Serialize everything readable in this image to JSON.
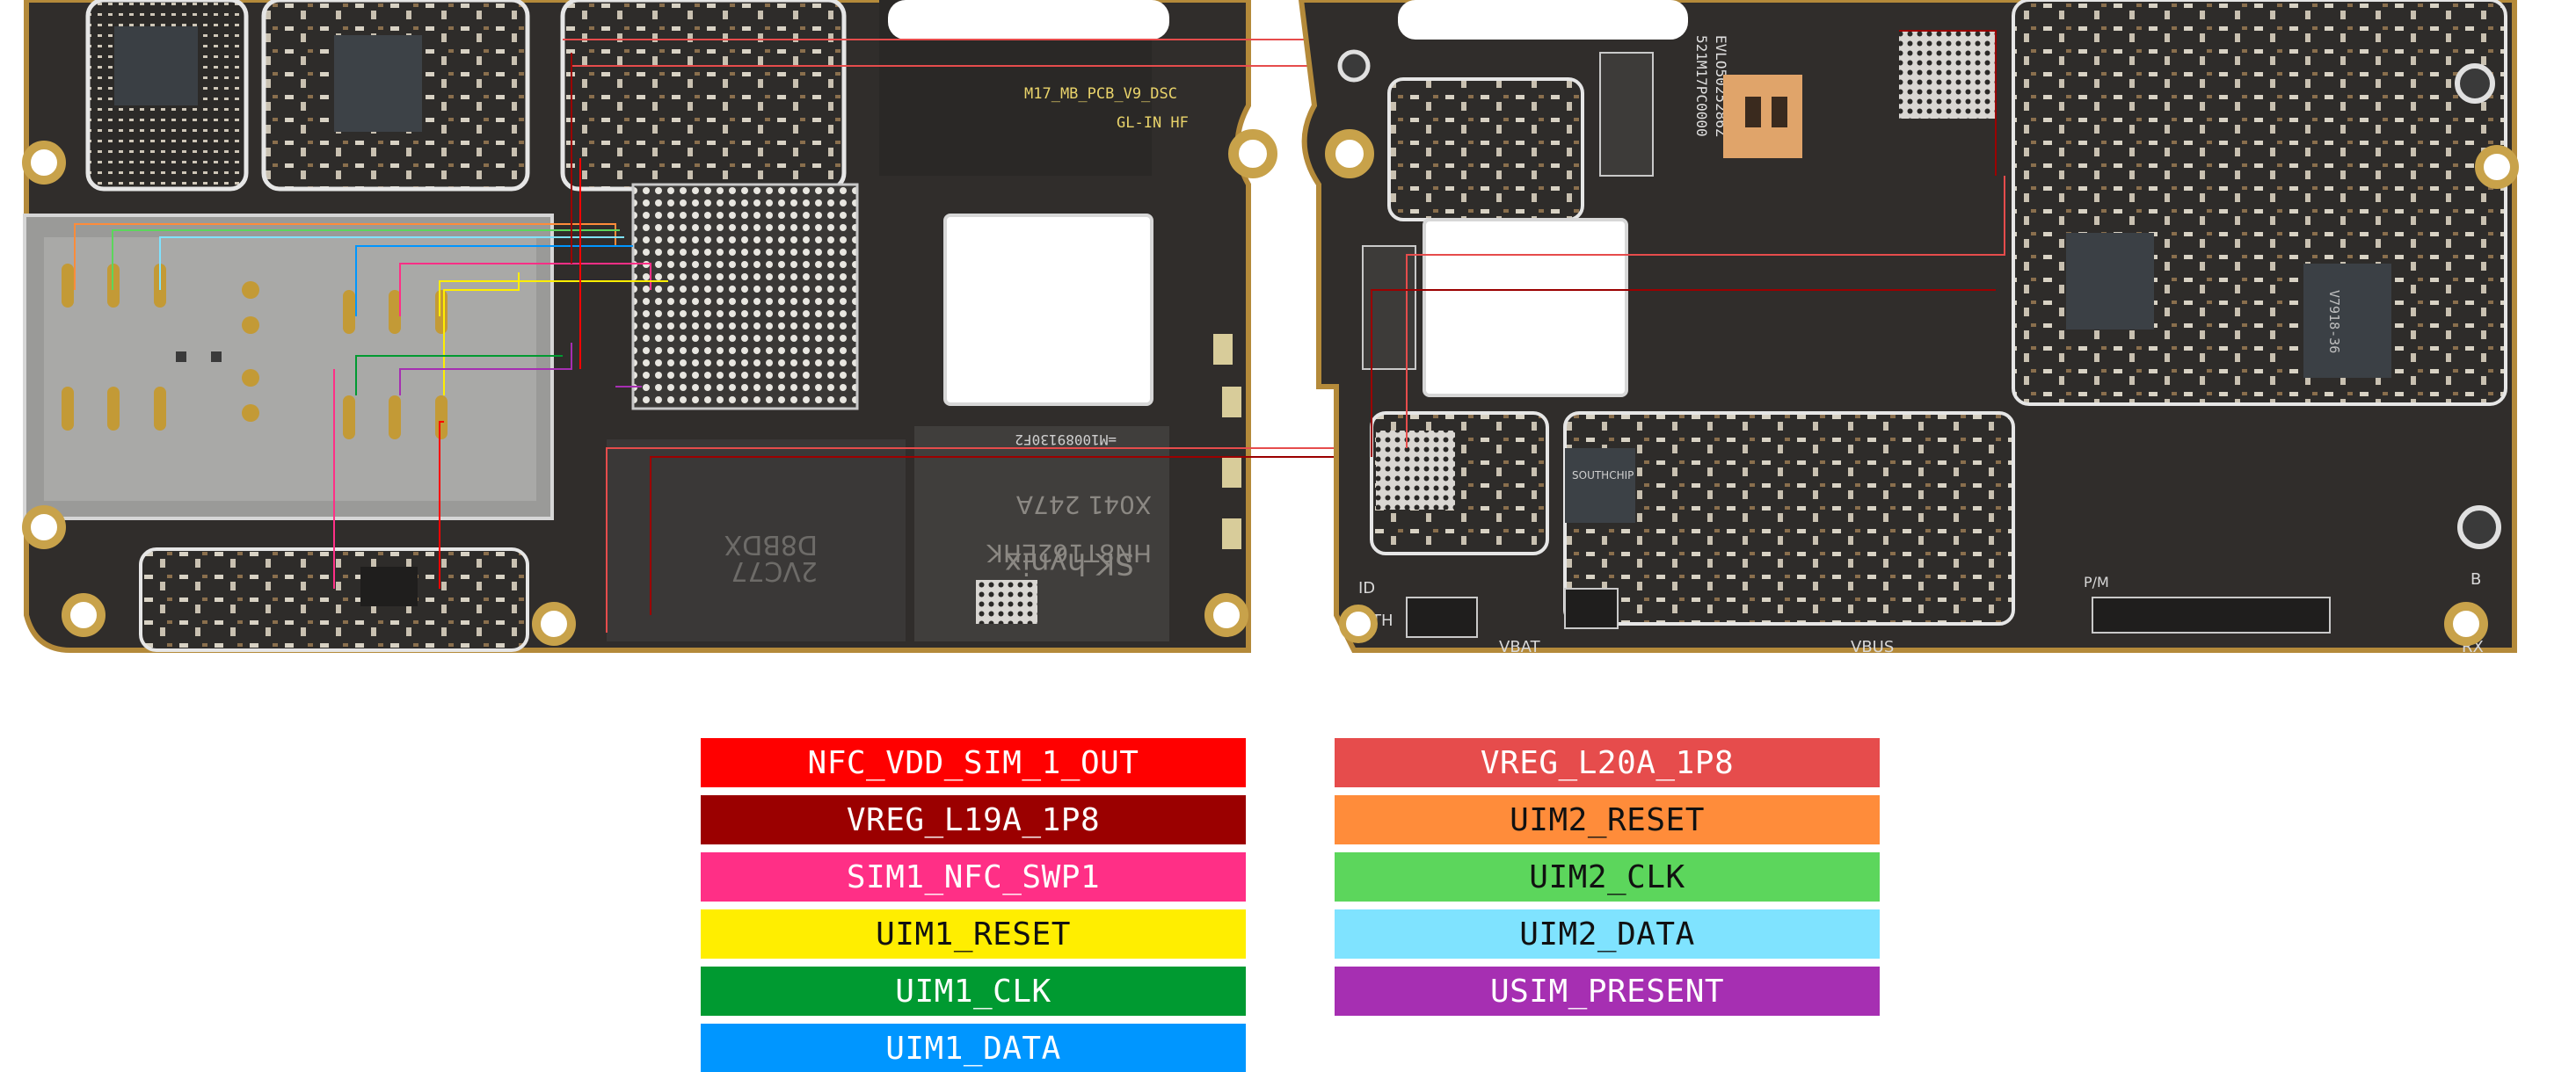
{
  "board": {
    "name": "M17_MB_PCB_V9_DSC",
    "region": "GL-IN  HF",
    "part_code": "521M17PC0000",
    "board_id": "EVLO5025286Z",
    "rev_code": "=M10089130F2",
    "memory_brand": "SK hynix",
    "memory_part": "HN8T162EHK",
    "memory_code": "X041  247A",
    "soc_marking": "2VC77",
    "soc_code": "D8BDX",
    "chip_marking_1": "V7918-36",
    "chip_marking_2": "SOUTHCHIP",
    "silk_vbat": "VBAT",
    "silk_vbus": "VBUS",
    "silk_th": "TH",
    "silk_id": "ID",
    "silk_b": "B",
    "silk_rx": "RX",
    "silk_pm": "P/M"
  },
  "legend": {
    "items": [
      {
        "label": "NFC_VDD_SIM_1_OUT",
        "color": "#ff0000",
        "text_color": "#ffffff"
      },
      {
        "label": "VREG_L19A_1P8",
        "color": "#9b0000",
        "text_color": "#ffffff"
      },
      {
        "label": "SIM1_NFC_SWP1",
        "color": "#ff2f86",
        "text_color": "#ffffff"
      },
      {
        "label": "UIM1_RESET",
        "color": "#ffee00",
        "text_color": "#111111"
      },
      {
        "label": "UIM1_CLK",
        "color": "#009a31",
        "text_color": "#ffffff"
      },
      {
        "label": "UIM1_DATA",
        "color": "#0096ff",
        "text_color": "#ffffff"
      },
      {
        "label": "VREG_L20A_1P8",
        "color": "#e64c4c",
        "text_color": "#ffffff"
      },
      {
        "label": "UIM2_RESET",
        "color": "#ff8c3a",
        "text_color": "#111111"
      },
      {
        "label": "UIM2_CLK",
        "color": "#5cd65c",
        "text_color": "#111111"
      },
      {
        "label": "UIM2_DATA",
        "color": "#7fe3ff",
        "text_color": "#111111"
      },
      {
        "label": "USIM_PRESENT",
        "color": "#a62fb2",
        "text_color": "#ffffff"
      }
    ]
  }
}
